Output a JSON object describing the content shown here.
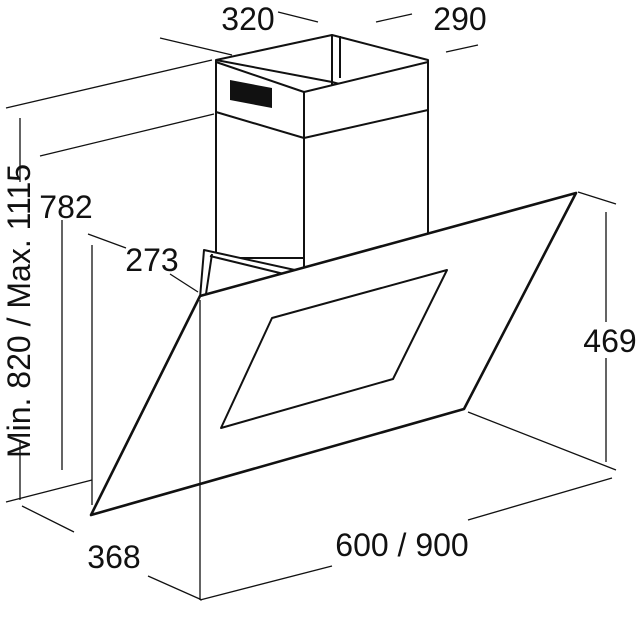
{
  "dimensions": {
    "top_width": "320",
    "top_depth": "290",
    "height_range": "Min. 820 / Max. 1115",
    "chimney_height": "782",
    "canopy_offset": "273",
    "panel_height": "469",
    "base_depth": "368",
    "width_options": "600 / 900"
  },
  "colors": {
    "line": "#111111",
    "display": "#111111",
    "background": "#ffffff"
  }
}
